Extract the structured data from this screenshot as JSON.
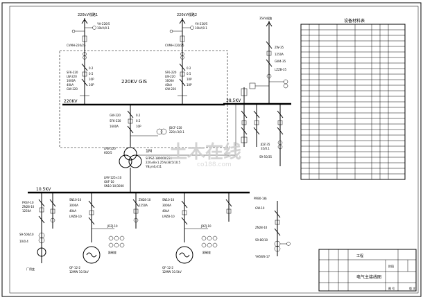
{
  "diagram": {
    "feeder_left_label": "220kV线路1",
    "feeder_right_label": "220kV线路2",
    "gis_label": "220KV GIS",
    "bus_220_label": "220KV",
    "bus_35_label": "38.5KV",
    "bus_10_label": "10.5KV",
    "transformer_label": "1M",
    "table_title": "设备材料表",
    "title_company": "工程",
    "title_drawing": "电气主接线图",
    "sheet_label": "图 号",
    "rev_label": "版 次",
    "stage_label": "阶段"
  },
  "watermark": {
    "text": "土木在线",
    "sub": "co188.com"
  }
}
